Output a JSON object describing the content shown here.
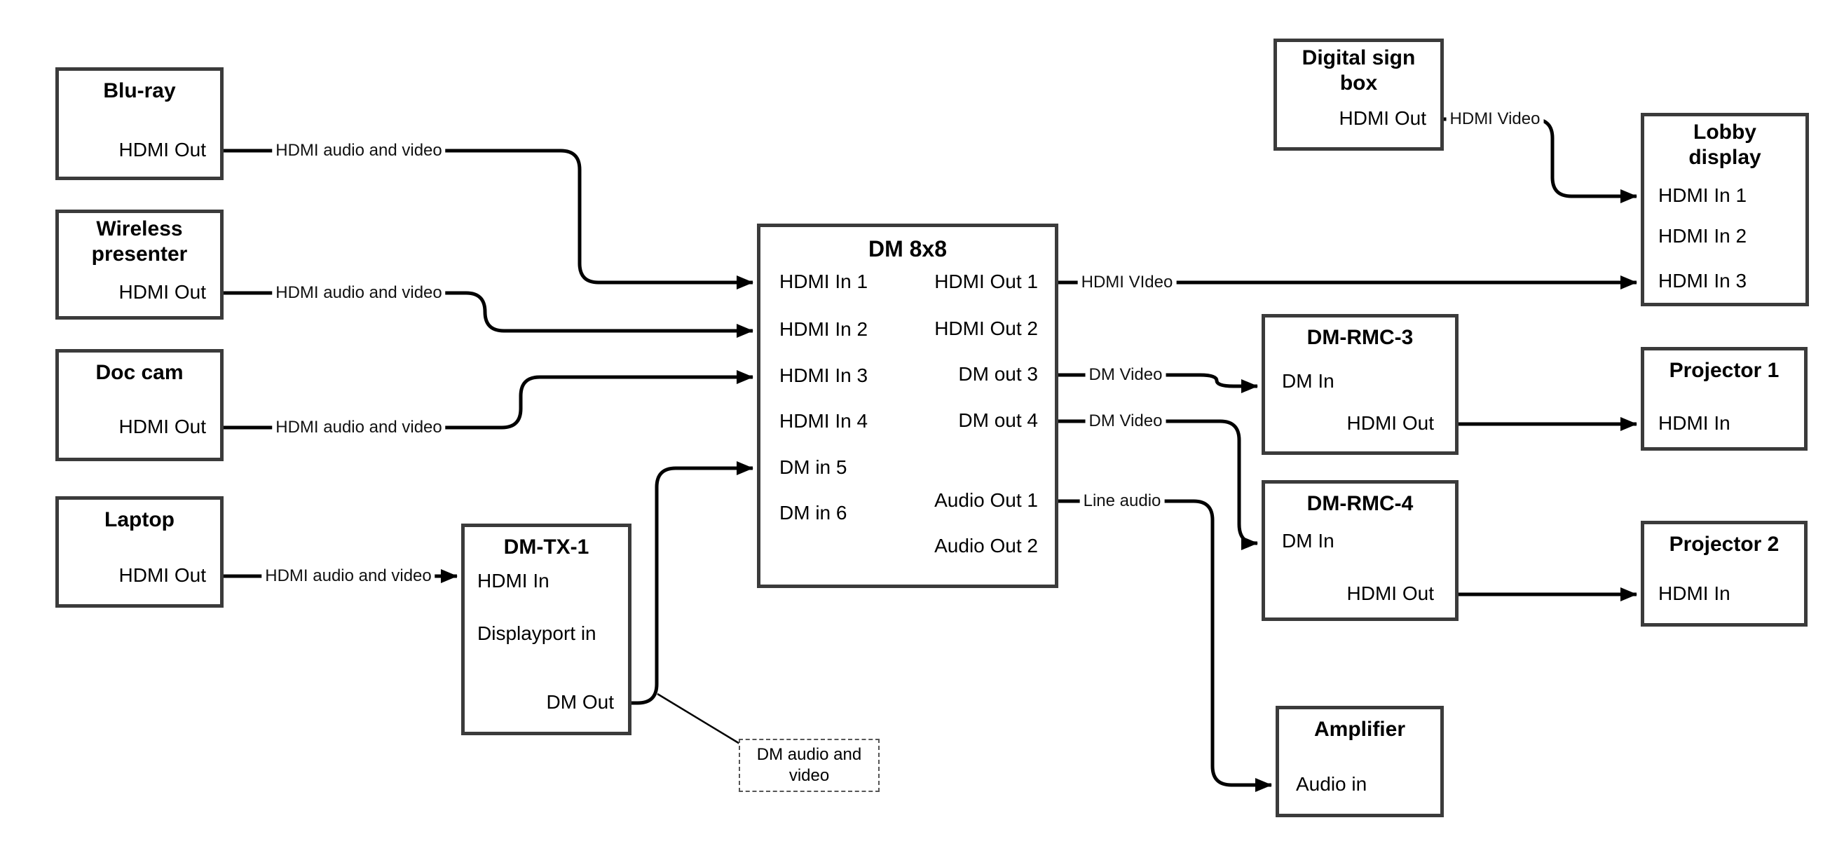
{
  "diagram": {
    "background": "#ffffff",
    "wire_color": "#000000",
    "box_border_color": "#3b3b3b"
  },
  "nodes": {
    "bluray": {
      "title": "Blu-ray",
      "port_out": "HDMI Out"
    },
    "wireless": {
      "title1": "Wireless",
      "title2": "presenter",
      "port_out": "HDMI Out"
    },
    "doccam": {
      "title": "Doc cam",
      "port_out": "HDMI Out"
    },
    "laptop": {
      "title": "Laptop",
      "port_out": "HDMI Out"
    },
    "dmtx1": {
      "title": "DM-TX-1",
      "port_hdmi_in": "HDMI In",
      "port_dp_in": "Displayport in",
      "port_dm_out": "DM Out"
    },
    "dm8x8": {
      "title": "DM 8x8",
      "inputs": [
        "HDMI In 1",
        "HDMI In 2",
        "HDMI In 3",
        "HDMI In 4",
        "DM in 5",
        "DM in 6"
      ],
      "outputs": [
        "HDMI Out 1",
        "HDMI Out 2",
        "DM out 3",
        "DM out 4",
        "Audio Out 1",
        "Audio Out 2"
      ]
    },
    "digitalsign": {
      "title1": "Digital sign",
      "title2": "box",
      "port_out": "HDMI Out"
    },
    "lobby": {
      "title1": "Lobby",
      "title2": "display",
      "inputs": [
        "HDMI In 1",
        "HDMI In 2",
        "HDMI In 3"
      ]
    },
    "dmrmc3": {
      "title": "DM-RMC-3",
      "port_dm_in": "DM In",
      "port_hdmi_out": "HDMI Out"
    },
    "proj1": {
      "title": "Projector 1",
      "port_in": "HDMI In"
    },
    "dmrmc4": {
      "title": "DM-RMC-4",
      "port_dm_in": "DM In",
      "port_hdmi_out": "HDMI Out"
    },
    "proj2": {
      "title": "Projector 2",
      "port_in": "HDMI In"
    },
    "amplifier": {
      "title": "Amplifier",
      "port_in": "Audio in"
    }
  },
  "links": {
    "bluray_to_dm8x8": "HDMI audio and video",
    "wireless_to_dm8x8": "HDMI audio and video",
    "doccam_to_dm8x8": "HDMI audio and video",
    "laptop_to_dmtx1": "HDMI audio and video",
    "dm8x8_out1_to_lobby": "HDMI VIdeo",
    "dm8x8_out3_to_dmrmc3": "DM Video",
    "dm8x8_out4_to_dmrmc4": "DM Video",
    "dm8x8_audio1_to_amp": "Line audio",
    "digitalsign_to_lobby": "HDMI Video"
  },
  "note": {
    "text": "DM audio and video"
  }
}
